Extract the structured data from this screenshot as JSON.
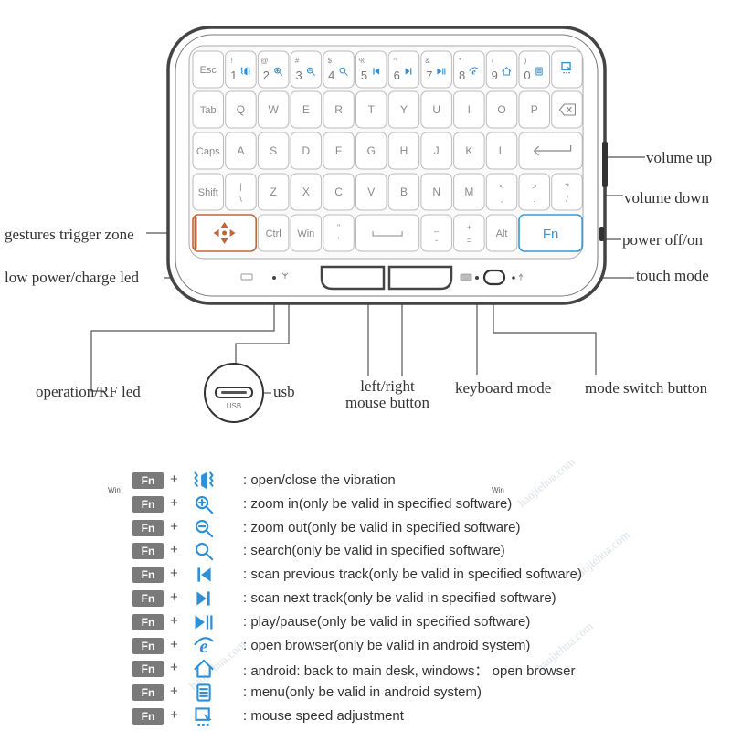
{
  "keyboard": {
    "rows": [
      [
        {
          "main": "Esc",
          "w": 1
        },
        {
          "main": "1",
          "sub": "!",
          "icon": "vibration",
          "w": 1
        },
        {
          "main": "2",
          "sub": "@",
          "icon": "zoom-in",
          "w": 1
        },
        {
          "main": "3",
          "sub": "#",
          "icon": "zoom-out",
          "w": 1
        },
        {
          "main": "4",
          "sub": "$",
          "icon": "search",
          "w": 1
        },
        {
          "main": "5",
          "sub": "%",
          "icon": "prev",
          "w": 1
        },
        {
          "main": "6",
          "sub": "^",
          "icon": "next",
          "w": 1
        },
        {
          "main": "7",
          "sub": "&",
          "icon": "play",
          "w": 1
        },
        {
          "main": "8",
          "sub": "*",
          "icon": "browser",
          "w": 1
        },
        {
          "main": "9",
          "sub": "(",
          "icon": "home",
          "w": 1
        },
        {
          "main": "0",
          "sub": ")",
          "icon": "menu",
          "w": 1
        },
        {
          "main": "",
          "sub": "",
          "icon": "mouse-speed",
          "w": 1
        }
      ],
      [
        {
          "main": "Tab",
          "w": 1
        },
        {
          "main": "Q",
          "w": 1
        },
        {
          "main": "W",
          "w": 1
        },
        {
          "main": "E",
          "w": 1
        },
        {
          "main": "R",
          "w": 1
        },
        {
          "main": "T",
          "w": 1
        },
        {
          "main": "Y",
          "w": 1
        },
        {
          "main": "U",
          "w": 1
        },
        {
          "main": "I",
          "w": 1
        },
        {
          "main": "O",
          "w": 1
        },
        {
          "main": "P",
          "w": 1
        },
        {
          "main": "",
          "icon": "backspace",
          "w": 1
        }
      ],
      [
        {
          "main": "Caps",
          "w": 1
        },
        {
          "main": "A",
          "w": 1
        },
        {
          "main": "S",
          "w": 1
        },
        {
          "main": "D",
          "w": 1
        },
        {
          "main": "F",
          "w": 1
        },
        {
          "main": "G",
          "w": 1
        },
        {
          "main": "H",
          "w": 1
        },
        {
          "main": "J",
          "w": 1
        },
        {
          "main": "K",
          "w": 1
        },
        {
          "main": "L",
          "w": 1
        },
        {
          "main": "",
          "icon": "enter",
          "w": 2
        }
      ],
      [
        {
          "main": "Shift",
          "w": 1
        },
        {
          "main": "|",
          "sub": "\\",
          "w": 1
        },
        {
          "main": "Z",
          "w": 1
        },
        {
          "main": "X",
          "w": 1
        },
        {
          "main": "C",
          "w": 1
        },
        {
          "main": "V",
          "w": 1
        },
        {
          "main": "B",
          "w": 1
        },
        {
          "main": "N",
          "w": 1
        },
        {
          "main": "M",
          "w": 1
        },
        {
          "main": "<",
          "sub": ",",
          "w": 1
        },
        {
          "main": ">",
          "sub": ".",
          "w": 1
        },
        {
          "main": "?",
          "sub": "/",
          "w": 1
        }
      ],
      [
        {
          "main": "",
          "icon": "gesture",
          "w": 2
        },
        {
          "main": "Ctrl",
          "w": 1
        },
        {
          "main": "Win",
          "w": 1
        },
        {
          "main": "\"",
          "sub": "'",
          "w": 1
        },
        {
          "main": "",
          "icon": "space",
          "w": 2
        },
        {
          "main": "_",
          "sub": "-",
          "w": 1
        },
        {
          "main": "+",
          "sub": "=",
          "w": 1
        },
        {
          "main": "Alt",
          "w": 1
        },
        {
          "main": "Fn",
          "w": 2
        }
      ]
    ]
  },
  "callouts": {
    "volume_up": "volume up",
    "volume_down": "volume down",
    "power": "power off/on",
    "touch_mode": "touch mode",
    "gestures": "gestures trigger zone",
    "low_power": "low power/charge led",
    "operation_led": "operation/RF led",
    "usb": "usb",
    "usb_port_label": "USB",
    "mouse_button_line1": "left/right",
    "mouse_button_line2": "mouse button",
    "keyboard_mode": "keyboard mode",
    "mode_switch": "mode switch button"
  },
  "fn_table": {
    "badge": "Fn",
    "plus": "+",
    "win_mark": "Win",
    "rows": [
      {
        "icon": "vibration-icon",
        "desc": ": open/close the vibration"
      },
      {
        "icon": "zoom-in-icon",
        "desc": ": zoom in(only be valid in specified software)"
      },
      {
        "icon": "zoom-out-icon",
        "desc": ": zoom out(only be valid in specified software)"
      },
      {
        "icon": "search-icon",
        "desc": ": search(only be valid in specified software)"
      },
      {
        "icon": "previous-track-icon",
        "desc": ": scan previous track(only be valid in specified software)"
      },
      {
        "icon": "next-track-icon",
        "desc": ": scan next track(only be valid in specified software)"
      },
      {
        "icon": "play-pause-icon",
        "desc": ": play/pause(only be valid in specified software)"
      },
      {
        "icon": "browser-icon",
        "desc": ": open browser(only be valid in android system)"
      },
      {
        "icon": "home-icon",
        "desc": ": android: back to main desk, windows： open browser"
      },
      {
        "icon": "menu-icon",
        "desc": ": menu(only be valid in android system)"
      },
      {
        "icon": "mouse-speed-icon",
        "desc": ": mouse speed adjustment"
      }
    ]
  },
  "watermark": "haojiehua.com",
  "colors": {
    "icon_blue": "#2e8fd6",
    "gesture_orange": "#c0673a",
    "fn_blue": "#3a97d8",
    "badge_gray": "#7a7a7a",
    "line": "#555555"
  }
}
